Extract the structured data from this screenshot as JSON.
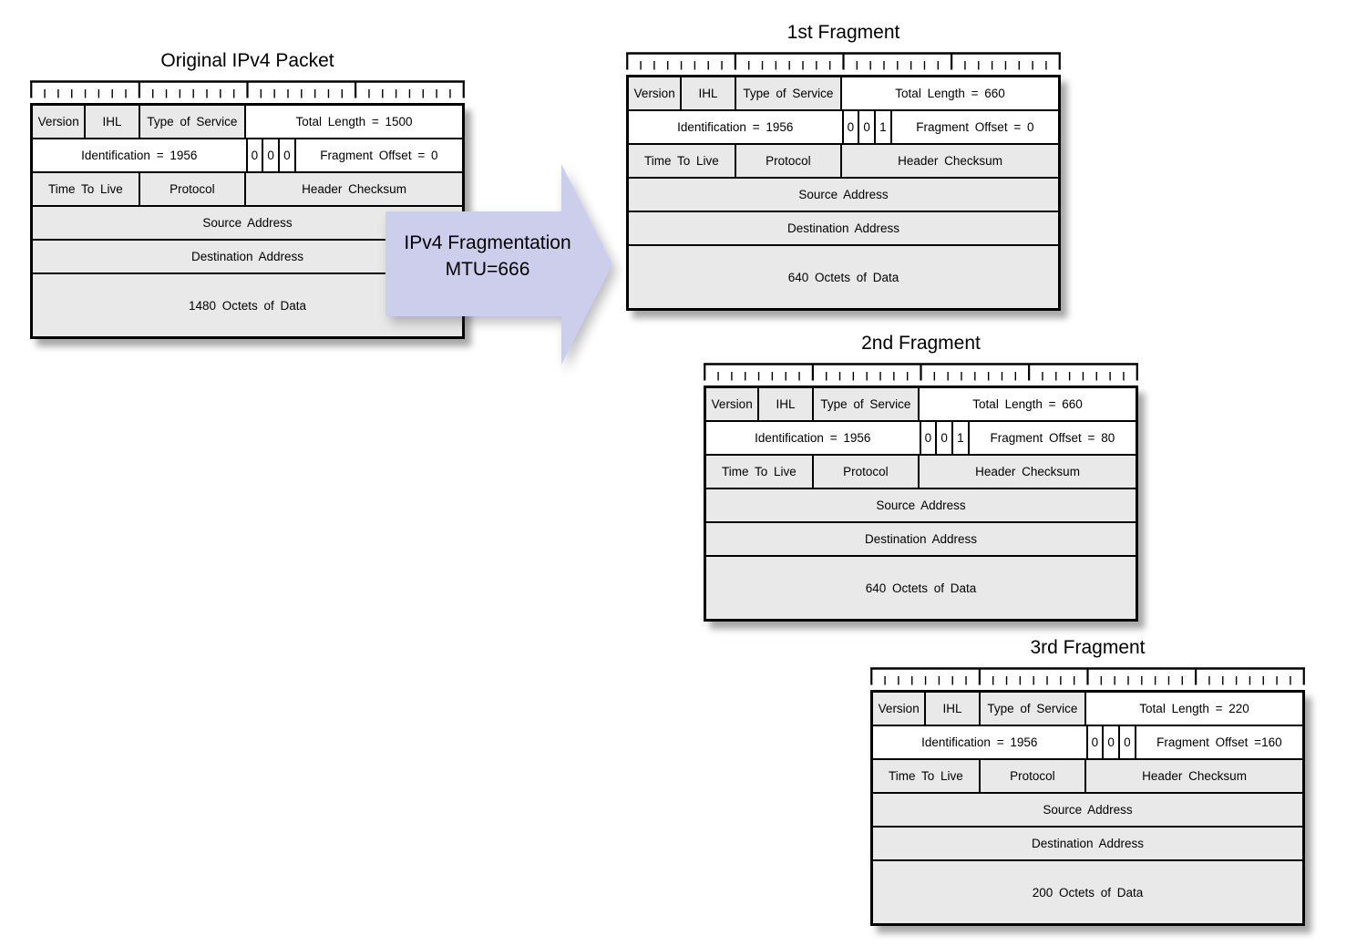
{
  "colors": {
    "cell_gray": "#e9e9e9",
    "cell_white": "#ffffff",
    "border_color": "#000000",
    "arrow_fill": "#cdceec",
    "page_bg": "#ffffff",
    "text_color": "#000000"
  },
  "arrow": {
    "line1": "IPv4 Fragmentation",
    "line2": "MTU=666"
  },
  "packets": [
    {
      "title": "Original IPv4 Packet",
      "fields": {
        "version": "Version",
        "ihl": "IHL",
        "tos": "Type of Service",
        "total_length": "Total Length = 1500",
        "identification": "Identification = 1956",
        "flag1": "0",
        "flag2": "0",
        "flag3": "0",
        "fragment_offset": "Fragment Offset = 0",
        "ttl": "Time To Live",
        "protocol": "Protocol",
        "header_checksum": "Header Checksum",
        "source": "Source Address",
        "destination": "Destination Address",
        "data": "1480 Octets of Data"
      }
    },
    {
      "title": "1st Fragment",
      "fields": {
        "version": "Version",
        "ihl": "IHL",
        "tos": "Type of Service",
        "total_length": "Total Length = 660",
        "identification": "Identification = 1956",
        "flag1": "0",
        "flag2": "0",
        "flag3": "1",
        "fragment_offset": "Fragment Offset = 0",
        "ttl": "Time To Live",
        "protocol": "Protocol",
        "header_checksum": "Header Checksum",
        "source": "Source Address",
        "destination": "Destination Address",
        "data": "640 Octets of Data"
      }
    },
    {
      "title": "2nd Fragment",
      "fields": {
        "version": "Version",
        "ihl": "IHL",
        "tos": "Type of Service",
        "total_length": "Total Length = 660",
        "identification": "Identification = 1956",
        "flag1": "0",
        "flag2": "0",
        "flag3": "1",
        "fragment_offset": "Fragment Offset = 80",
        "ttl": "Time To Live",
        "protocol": "Protocol",
        "header_checksum": "Header Checksum",
        "source": "Source Address",
        "destination": "Destination Address",
        "data": "640 Octets of Data"
      }
    },
    {
      "title": "3rd Fragment",
      "fields": {
        "version": "Version",
        "ihl": "IHL",
        "tos": "Type of Service",
        "total_length": "Total Length = 220",
        "identification": "Identification = 1956",
        "flag1": "0",
        "flag2": "0",
        "flag3": "0",
        "fragment_offset": "Fragment Offset =160",
        "ttl": "Time To Live",
        "protocol": "Protocol",
        "header_checksum": "Header Checksum",
        "source": "Source Address",
        "destination": "Destination Address",
        "data": "200 Octets of Data"
      }
    }
  ]
}
